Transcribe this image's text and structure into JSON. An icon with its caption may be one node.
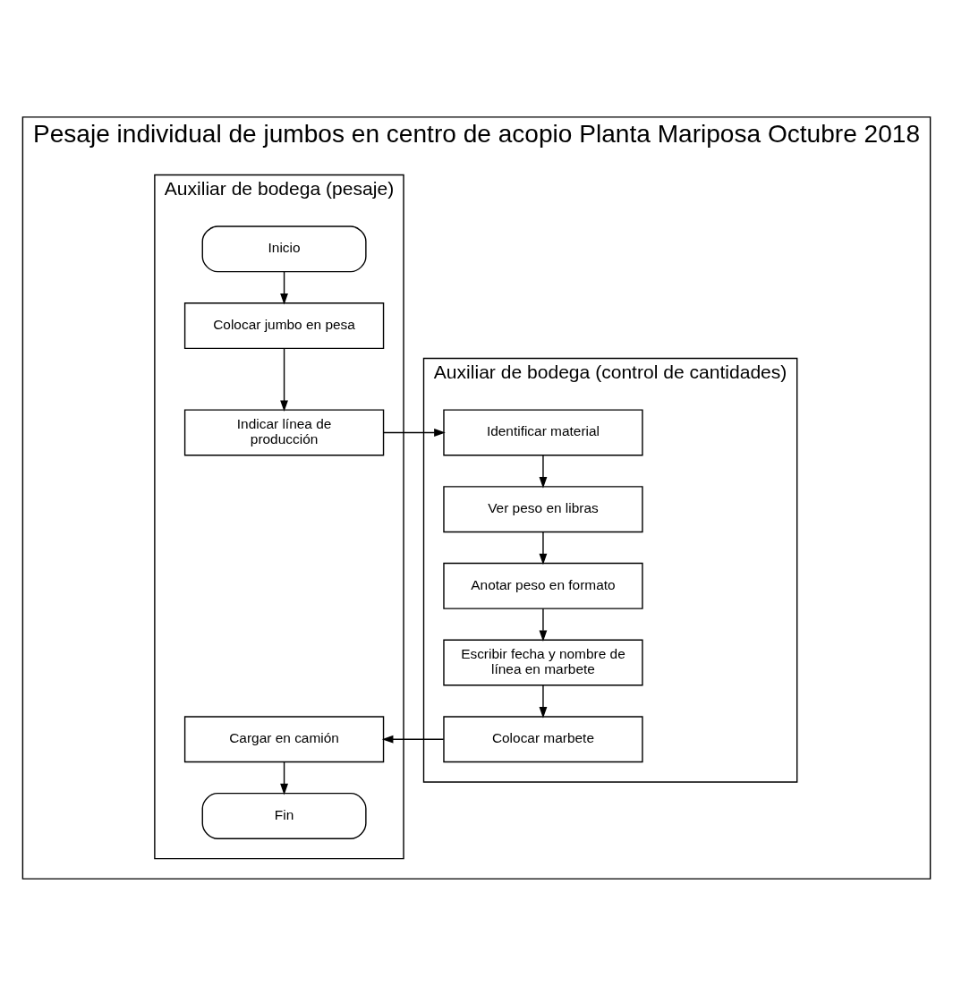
{
  "diagram": {
    "nodes": [
      {
        "text": [
          "Pesaje individual de jumbos en centro de acopio Planta Mariposa Octubre 2018"
        ]
      },
      {
        "text": [
          "Auxiliar de bodega (control de cantidades)"
        ],
        "in": 0
      },
      {
        "text": [
          "Auxiliar de bodega (pesaje)"
        ],
        "in": 0
      },
      {
        "text": [
          "Inicio"
        ],
        "in": 2
      },
      {
        "text": [
          "Colocar jumbo en pesa"
        ],
        "in": 2
      },
      {
        "text": [
          "Indicar línea de producción"
        ],
        "in": 2
      },
      {
        "text": [
          "Identificar material"
        ],
        "in": 1
      },
      {
        "text": [
          "Ver peso en libras"
        ],
        "in": 1
      },
      {
        "text": [
          "Anotar peso en formato"
        ],
        "in": 1
      },
      {
        "text": [
          "Escribir fecha y nombre de línea en marbete"
        ],
        "in": 1
      },
      {
        "text": [
          "Colocar marbete"
        ],
        "in": 1
      },
      {
        "text": [
          "Cargar en camión"
        ],
        "in": 2
      },
      {
        "text": [
          "Fin"
        ],
        "in": 2
      }
    ],
    "edges": [
      {
        "from": 3,
        "to": 4,
        "arrow": "to"
      },
      {
        "from": 4,
        "to": 5,
        "arrow": "to"
      },
      {
        "from": 5,
        "to": 6,
        "arrow": "to"
      },
      {
        "from": 6,
        "to": 7,
        "arrow": "to"
      },
      {
        "from": 7,
        "to": 8,
        "arrow": "to"
      },
      {
        "from": 8,
        "to": 9,
        "arrow": "to"
      },
      {
        "from": 9,
        "to": 10,
        "arrow": "to"
      },
      {
        "from": 10,
        "to": 11,
        "arrow": "to"
      },
      {
        "from": 11,
        "to": 12,
        "arrow": "to"
      }
    ]
  }
}
